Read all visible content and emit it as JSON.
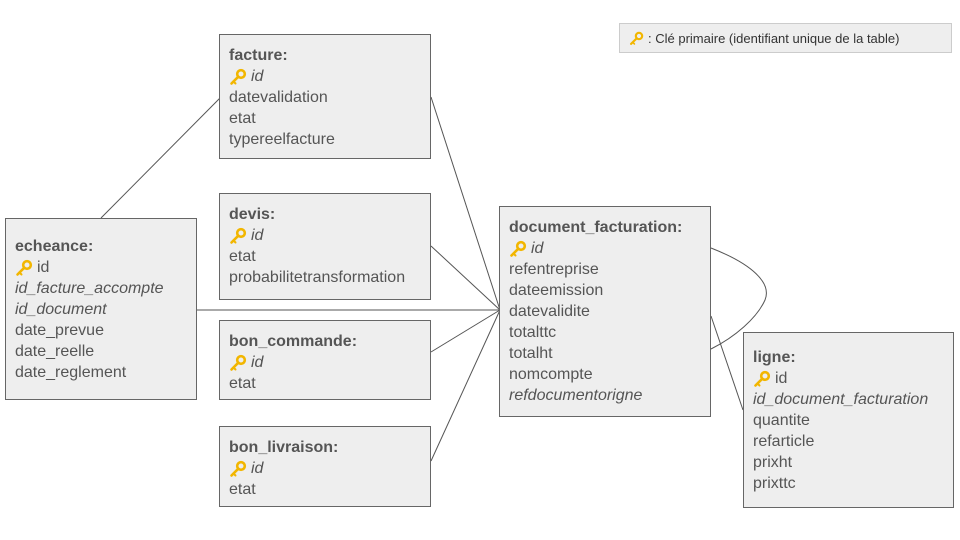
{
  "legend": {
    "icon": "key-icon",
    "text": ": Clé primaire (identifiant unique de la table)"
  },
  "colors": {
    "box_fill": "#eeeeee",
    "box_border": "#666666",
    "text": "#555555",
    "key": "#f2b600"
  },
  "tables": {
    "facture": {
      "name": "facture:",
      "fields": [
        {
          "text": "id",
          "pk": true,
          "italic": true
        },
        {
          "text": "datevalidation",
          "pk": false,
          "italic": false
        },
        {
          "text": "etat",
          "pk": false,
          "italic": false
        },
        {
          "text": "typereelfacture",
          "pk": false,
          "italic": false
        }
      ]
    },
    "devis": {
      "name": "devis:",
      "fields": [
        {
          "text": "id",
          "pk": true,
          "italic": true
        },
        {
          "text": "etat",
          "pk": false,
          "italic": false
        },
        {
          "text": "probabilitetransformation",
          "pk": false,
          "italic": false
        }
      ]
    },
    "bon_commande": {
      "name": "bon_commande:",
      "fields": [
        {
          "text": "id",
          "pk": true,
          "italic": true
        },
        {
          "text": "etat",
          "pk": false,
          "italic": false
        }
      ]
    },
    "bon_livraison": {
      "name": "bon_livraison:",
      "fields": [
        {
          "text": "id",
          "pk": true,
          "italic": true
        },
        {
          "text": "etat",
          "pk": false,
          "italic": false
        }
      ]
    },
    "echeance": {
      "name": "echeance:",
      "fields": [
        {
          "text": "id",
          "pk": true,
          "italic": false
        },
        {
          "text": "id_facture_accompte",
          "pk": false,
          "italic": true
        },
        {
          "text": "id_document",
          "pk": false,
          "italic": true
        },
        {
          "text": "date_prevue",
          "pk": false,
          "italic": false
        },
        {
          "text": "date_reelle",
          "pk": false,
          "italic": false
        },
        {
          "text": "date_reglement",
          "pk": false,
          "italic": false
        }
      ]
    },
    "document_facturation": {
      "name": "document_facturation:",
      "fields": [
        {
          "text": "id",
          "pk": true,
          "italic": true
        },
        {
          "text": "refentreprise",
          "pk": false,
          "italic": false
        },
        {
          "text": "dateemission",
          "pk": false,
          "italic": false
        },
        {
          "text": "datevalidite",
          "pk": false,
          "italic": false
        },
        {
          "text": "totalttc",
          "pk": false,
          "italic": false
        },
        {
          "text": "totalht",
          "pk": false,
          "italic": false
        },
        {
          "text": "nomcompte",
          "pk": false,
          "italic": false
        },
        {
          "text": "refdocumentorigne",
          "pk": false,
          "italic": true
        }
      ]
    },
    "ligne": {
      "name": "ligne:",
      "fields": [
        {
          "text": "id",
          "pk": true,
          "italic": false
        },
        {
          "text": "id_document_facturation",
          "pk": false,
          "italic": true
        },
        {
          "text": "quantite",
          "pk": false,
          "italic": false
        },
        {
          "text": "refarticle",
          "pk": false,
          "italic": false
        },
        {
          "text": "prixht",
          "pk": false,
          "italic": false
        },
        {
          "text": "prixttc",
          "pk": false,
          "italic": false
        }
      ]
    }
  },
  "relations": [
    {
      "from": "echeance",
      "to": "facture"
    },
    {
      "from": "echeance",
      "to": "document_facturation"
    },
    {
      "from": "facture",
      "to": "document_facturation"
    },
    {
      "from": "devis",
      "to": "document_facturation"
    },
    {
      "from": "bon_commande",
      "to": "document_facturation"
    },
    {
      "from": "bon_livraison",
      "to": "document_facturation"
    },
    {
      "from": "document_facturation",
      "to": "ligne"
    }
  ]
}
